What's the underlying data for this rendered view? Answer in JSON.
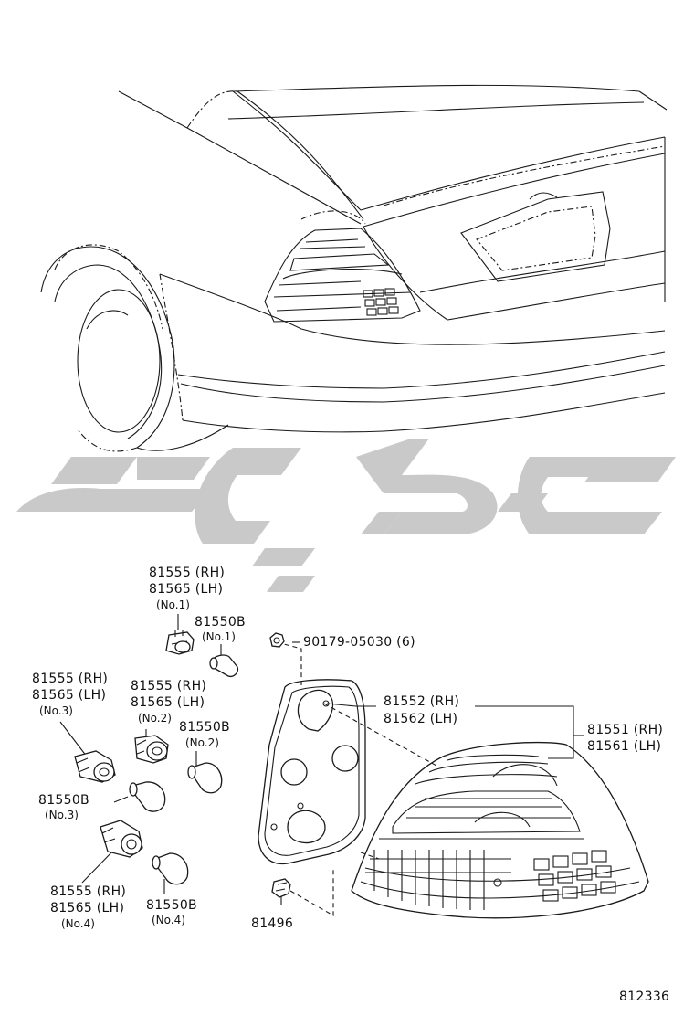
{
  "diagram_id": "812336",
  "labels": {
    "socket_no1": {
      "rh": "81555 (RH)",
      "lh": "81565 (LH)",
      "pos": "(No.1)"
    },
    "bulb_no1": {
      "part": "81550B",
      "pos": "(No.1)"
    },
    "nut": {
      "text": "90179-05030 (6)"
    },
    "socket_no3": {
      "rh": "81555 (RH)",
      "lh": "81565 (LH)",
      "pos": "(No.3)"
    },
    "socket_no2": {
      "rh": "81555 (RH)",
      "lh": "81565 (LH)",
      "pos": "(No.2)"
    },
    "bulb_no2": {
      "part": "81550B",
      "pos": "(No.2)"
    },
    "gasket": {
      "rh": "81552 (RH)",
      "lh": "81562 (LH)"
    },
    "lamp": {
      "rh": "81551 (RH)",
      "lh": "81561 (LH)"
    },
    "bulb_no3": {
      "part": "81550B",
      "pos": "(No.3)"
    },
    "socket_no4": {
      "rh": "81555 (RH)",
      "lh": "81565 (LH)",
      "pos": "(No.4)"
    },
    "bulb_no4": {
      "part": "81550B",
      "pos": "(No.4)"
    },
    "clip": {
      "text": "81496"
    }
  }
}
